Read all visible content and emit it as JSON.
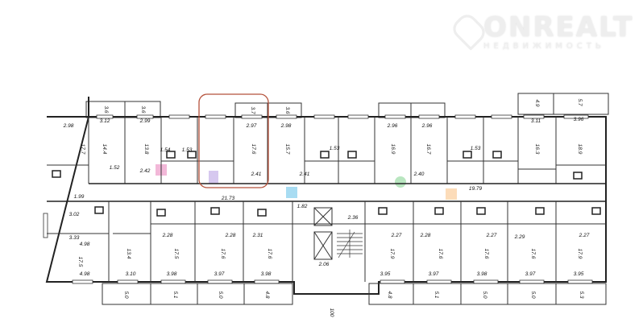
{
  "watermark": {
    "title": "ONREALT",
    "subtitle": "НЕДВИЖИМОСТЬ"
  },
  "highlight_colors": {
    "selection": "#b5523b",
    "pink": "#f2b8d8",
    "purple": "#d6c8ef",
    "blue": "#a8dcf2",
    "green": "#a8e0b0",
    "orange": "#fbd3a8"
  },
  "labels": {
    "top": [
      "2.98",
      "3.12",
      "2.99",
      "2.97",
      "2.98",
      "2.96",
      "2.96",
      "3.11",
      "3.96"
    ],
    "top_areas": [
      "17.7",
      "14.4",
      "13.8",
      "17.6",
      "15.7",
      "16.9",
      "16.7",
      "16.3",
      "18.9"
    ],
    "corridor": [
      "21.73",
      "19.79",
      "1.99",
      "2.42",
      "2.41",
      "2.41",
      "2.40",
      "1.82",
      "1.52",
      "1.54",
      "1.53",
      "1.53",
      "1.53"
    ],
    "bottom": [
      "3.02",
      "3.33",
      "4.98",
      "4.98",
      "3.10",
      "3.98",
      "3.97",
      "3.98",
      "2.06",
      "2.36",
      "3.95",
      "3.97",
      "3.98",
      "3.97",
      "3.95",
      "2.28",
      "2.28",
      "2.31",
      "2.27",
      "2.28",
      "2.27",
      "2.29",
      "2.27"
    ],
    "bottom_areas": [
      "17.5",
      "13.4",
      "17.5",
      "17.6",
      "17.6",
      "17.9",
      "17.6",
      "17.6",
      "17.6",
      "17.9"
    ],
    "balconies": [
      "5.0",
      "5.1",
      "5.0",
      "4.8",
      "4.8",
      "5.1",
      "5.0",
      "5.0",
      "5.3",
      "3.6",
      "3.6",
      "3.7",
      "3.6",
      "4.9",
      "5.7"
    ],
    "misc": [
      "100"
    ]
  }
}
